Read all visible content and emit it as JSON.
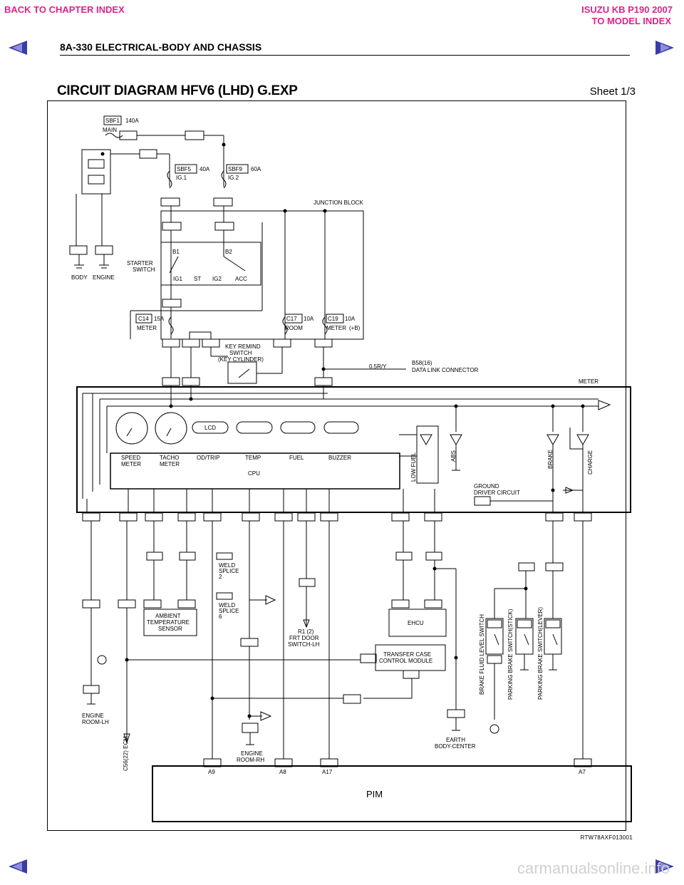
{
  "nav": {
    "back_chapter": "BACK TO CHAPTER INDEX",
    "model_line1": "ISUZU KB P190 2007",
    "model_line2": "TO MODEL INDEX"
  },
  "header": {
    "section": "8A-330  ELECTRICAL-BODY AND CHASSIS",
    "title": "CIRCUIT DIAGRAM HFV6 (LHD) G.EXP",
    "sheet": "Sheet 1/3"
  },
  "diagram": {
    "fuses": {
      "sbf1": "SBF1",
      "sbf1_amp": "140A",
      "main": "MAIN",
      "sbf5": "SBF5",
      "sbf5_amp": "40A",
      "ig1": "IG.1",
      "sbf9": "SBF9",
      "sbf9_amp": "60A",
      "ig2": "IG.2",
      "c14": "C14",
      "c14_amp": "15A",
      "c14_name": "METER",
      "c17": "C17",
      "c17_amp": "10A",
      "c17_name": "ROOM",
      "c19": "C19",
      "c19_amp": "10A",
      "c19_name": "METER",
      "c19_extra": "(+B)"
    },
    "junction_block": "JUNCTION BLOCK",
    "starter_switch": [
      "STARTER",
      "SWITCH"
    ],
    "switch_terms": [
      "B1",
      "B2",
      "IG1",
      "ST",
      "IG2",
      "ACC"
    ],
    "key_remind": [
      "KEY REMIND",
      "SWITCH",
      "(KEY CYLINDER)"
    ],
    "data_link": [
      "B58(16)",
      "DATA LINK CONNECTOR"
    ],
    "wire_5r_y": "0.5R/Y",
    "meter": "METER",
    "gauges": [
      "SPEED",
      "METER",
      "TACHO",
      "METER",
      "OD/TRIP",
      "TEMP",
      "FUEL",
      "BUZZER"
    ],
    "lcd": "LCD",
    "cpu": "CPU",
    "lamps": [
      "LOW FUEL",
      "ABS",
      "BRAKE",
      "CHARGE"
    ],
    "ground_driver": [
      "GROUND",
      "DRIVER CIRCUIT"
    ],
    "ambient": [
      "AMBIENT",
      "TEMPERATURE",
      "SENSOR"
    ],
    "weld_splice_2": [
      "WELD",
      "SPLICE",
      "2"
    ],
    "weld_splice_6": [
      "WELD",
      "SPLICE",
      "6"
    ],
    "frt_door": [
      "R1 (2)",
      "FRT DOOR",
      "SWITCH-LH"
    ],
    "transfer_case": [
      "TRANSFER CASE",
      "CONTROL MODULE"
    ],
    "ehcu": "EHCU",
    "brake_fluid": "BRAKE FLUID LEVEL SWITCH",
    "pbs_stick": "PARKING BRAKE SWITCH(STICK)",
    "pbs_lever": "PARKING BRAKE SWITCH(LEVER)",
    "engine_room_lh": [
      "ENGINE",
      "ROOM-LH"
    ],
    "engine_room_rh": [
      "ENGINE",
      "ROOM-RH"
    ],
    "earth_body": [
      "EARTH",
      "BODY-CENTER"
    ],
    "body": "BODY",
    "engine": "ENGINE",
    "ecm": "C56(22) ECM",
    "pim": "PIM",
    "pim_pins": [
      "A9",
      "A8",
      "A17",
      "A7"
    ],
    "ref": "RTW78AXF013001"
  },
  "watermark": "carmanualsonline.info",
  "colors": {
    "nav": "#e0218a",
    "arrow": "#3b3ba6",
    "arrow_light": "#8d8ddc"
  }
}
